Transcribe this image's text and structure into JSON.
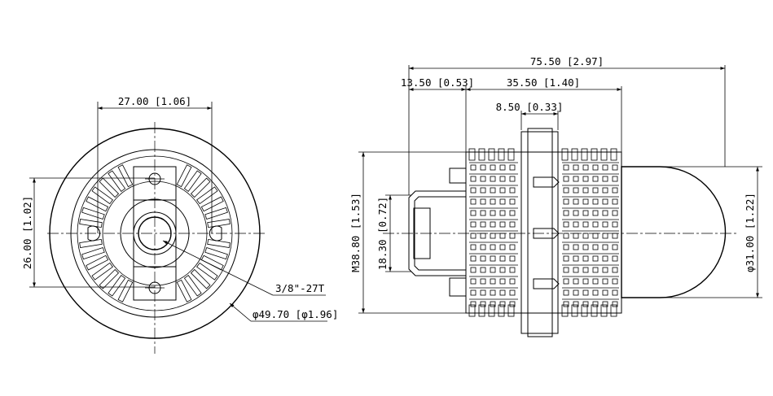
{
  "front_view": {
    "dim_width": "27.00 [1.06]",
    "dim_height": "26.00 [1.02]",
    "thread": "3/8\"-27T",
    "diameter": "φ49.70 [φ1.96]"
  },
  "side_view": {
    "dim_total": "75.50 [2.97]",
    "dim_left": "13.50 [0.53]",
    "dim_body": "35.50 [1.40]",
    "dim_flange": "8.50 [0.33]",
    "dim_thread_dia": "M38.80 [1.53]",
    "dim_inner": "18.30 [0.72]",
    "dim_dome_dia": "φ31.00 [1.22]"
  }
}
